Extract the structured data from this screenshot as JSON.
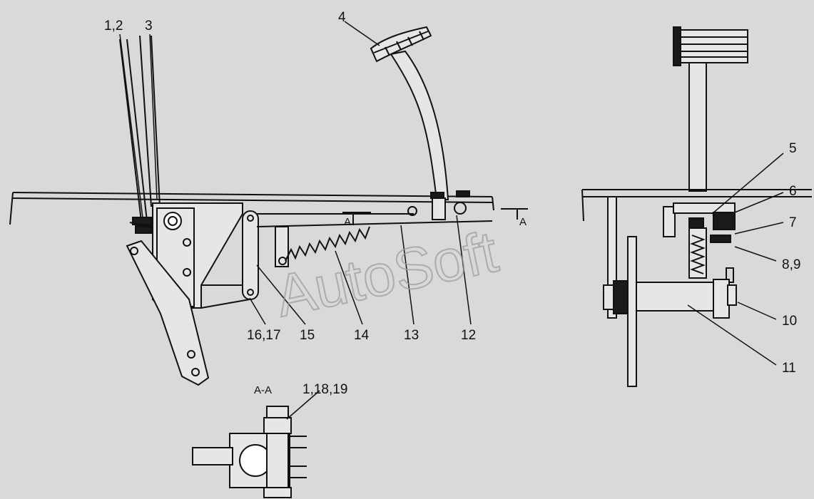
{
  "callouts": {
    "c_1_2": "1,2",
    "c_3": "3",
    "c_4": "4",
    "c_5": "5",
    "c_6": "6",
    "c_7": "7",
    "c_8_9": "8,9",
    "c_10": "10",
    "c_11": "11",
    "c_12": "12",
    "c_13": "13",
    "c_14": "14",
    "c_15": "15",
    "c_16_17": "16,17",
    "c_1_18_19": "1,18,19"
  },
  "section": {
    "title": "A-A",
    "mark_left": "A",
    "mark_right": "A"
  },
  "watermark": "AutoSoft",
  "colors": {
    "background": "#d9d9d9",
    "line": "#111111",
    "fill_dark": "#1a1a1a",
    "fill_light": "#e6e6e6",
    "watermark": "#9a9a9a"
  }
}
